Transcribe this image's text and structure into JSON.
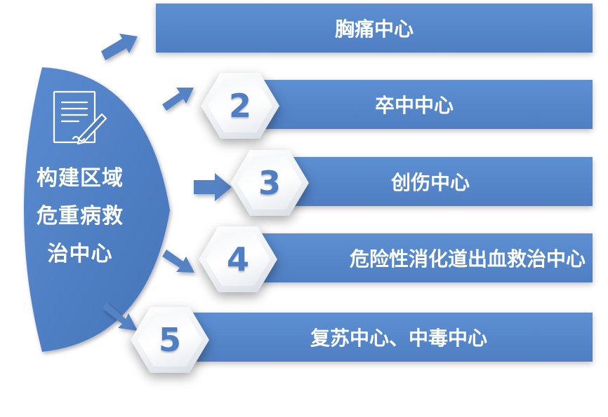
{
  "hub": {
    "lines": [
      "构建区域",
      "危重病救",
      "治中心"
    ],
    "icon": "document-pen-icon"
  },
  "centers": [
    {
      "label": "胸痛中心",
      "number": ""
    },
    {
      "label": "卒中中心",
      "number": "2"
    },
    {
      "label": "创伤中心",
      "number": "3"
    },
    {
      "label": "危险性消化道出血救治中心",
      "number": "4"
    },
    {
      "label": "复苏中心、中毒中心",
      "number": "5"
    }
  ],
  "colors": {
    "bar": "#4f7fc2",
    "hub": "#4e7cbf",
    "arrow": "#5482c5",
    "number": "#4e7ec4"
  }
}
